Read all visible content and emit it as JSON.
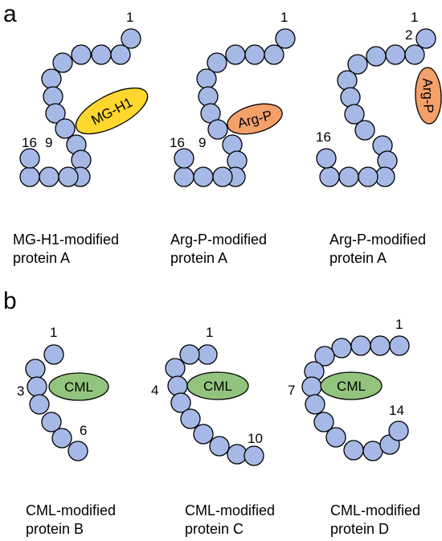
{
  "colors": {
    "residue_fill": "#a6b9e6",
    "outline": "#000000",
    "mg_h1_fill": "#ffd72e",
    "arg_p_fill": "#f3a06a",
    "cml_fill": "#93c47d"
  },
  "panel_a": {
    "letter": "a",
    "items": [
      {
        "modifier": "MG-H1",
        "numbers": [
          "1",
          "9",
          "16"
        ],
        "caption_line1": "MG-H1-modified",
        "caption_line2": "protein A"
      },
      {
        "modifier": "Arg-P",
        "numbers": [
          "1",
          "9",
          "16"
        ],
        "caption_line1": "Arg-P-modified",
        "caption_line2": "protein A"
      },
      {
        "modifier": "Arg-P",
        "numbers": [
          "1",
          "2",
          "16"
        ],
        "caption_line1": "Arg-P-modified",
        "caption_line2": "protein A"
      }
    ]
  },
  "panel_b": {
    "letter": "b",
    "items": [
      {
        "modifier": "CML",
        "numbers": [
          "1",
          "3",
          "6"
        ],
        "caption_line1": "CML-modified",
        "caption_line2": "protein B"
      },
      {
        "modifier": "CML",
        "numbers": [
          "1",
          "4",
          "10"
        ],
        "caption_line1": "CML-modified",
        "caption_line2": "protein C"
      },
      {
        "modifier": "CML",
        "numbers": [
          "1",
          "7",
          "14"
        ],
        "caption_line1": "CML-modified",
        "caption_line2": "protein D"
      }
    ]
  }
}
